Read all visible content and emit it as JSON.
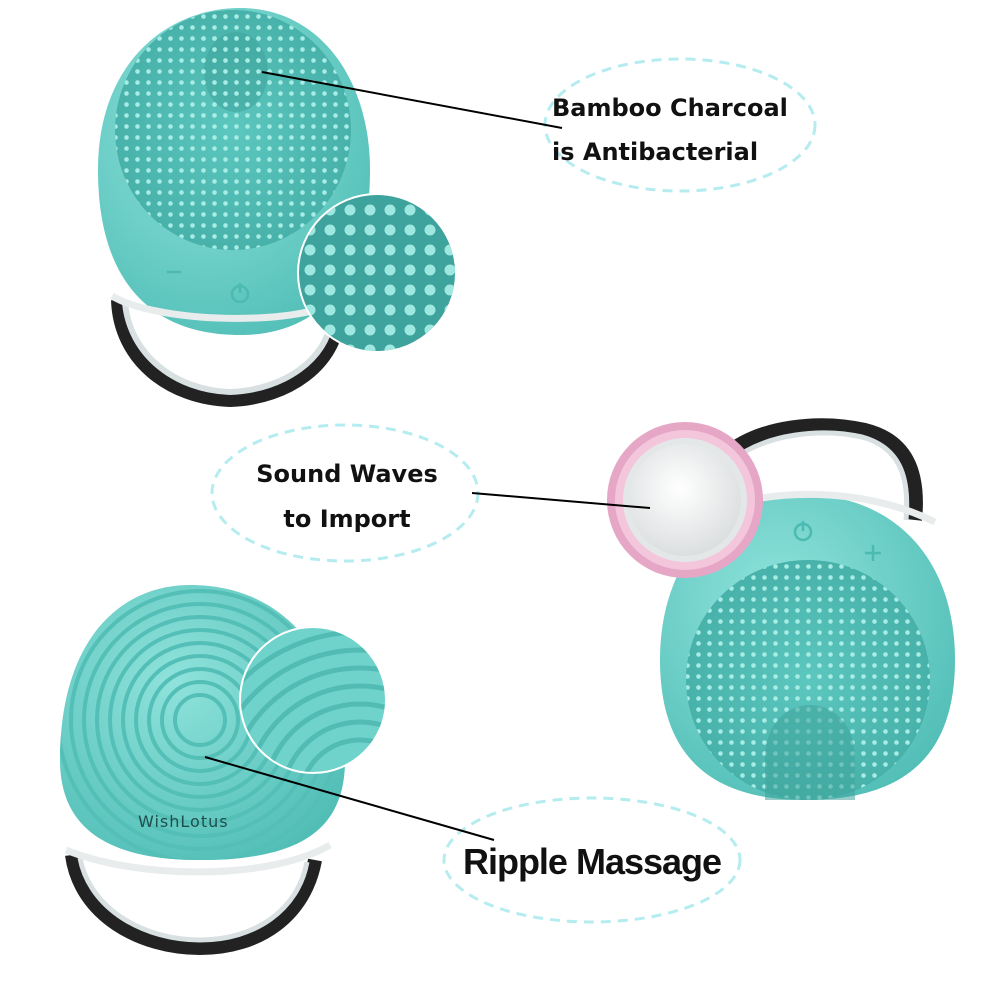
{
  "callouts": {
    "antibacterial": {
      "line1": "Bamboo Charcoal",
      "line2": "is Antibacterial"
    },
    "sound_waves": {
      "line1": "Sound Waves",
      "line2": "to Import"
    },
    "ripple": {
      "text": "Ripple Massage"
    }
  },
  "brand": {
    "text": "WishLotus"
  },
  "colors": {
    "device_teal": "#6fd3cc",
    "device_teal_dark": "#48b8b0",
    "bristle": "#9ee5df",
    "handle_chrome": "#cfd6d8",
    "handle_dark": "#222222",
    "probe_ring": "#e6a6c6",
    "bubble_border": "#b5ecf0"
  },
  "icons": [
    "power-icon",
    "minus-icon",
    "plus-icon"
  ]
}
